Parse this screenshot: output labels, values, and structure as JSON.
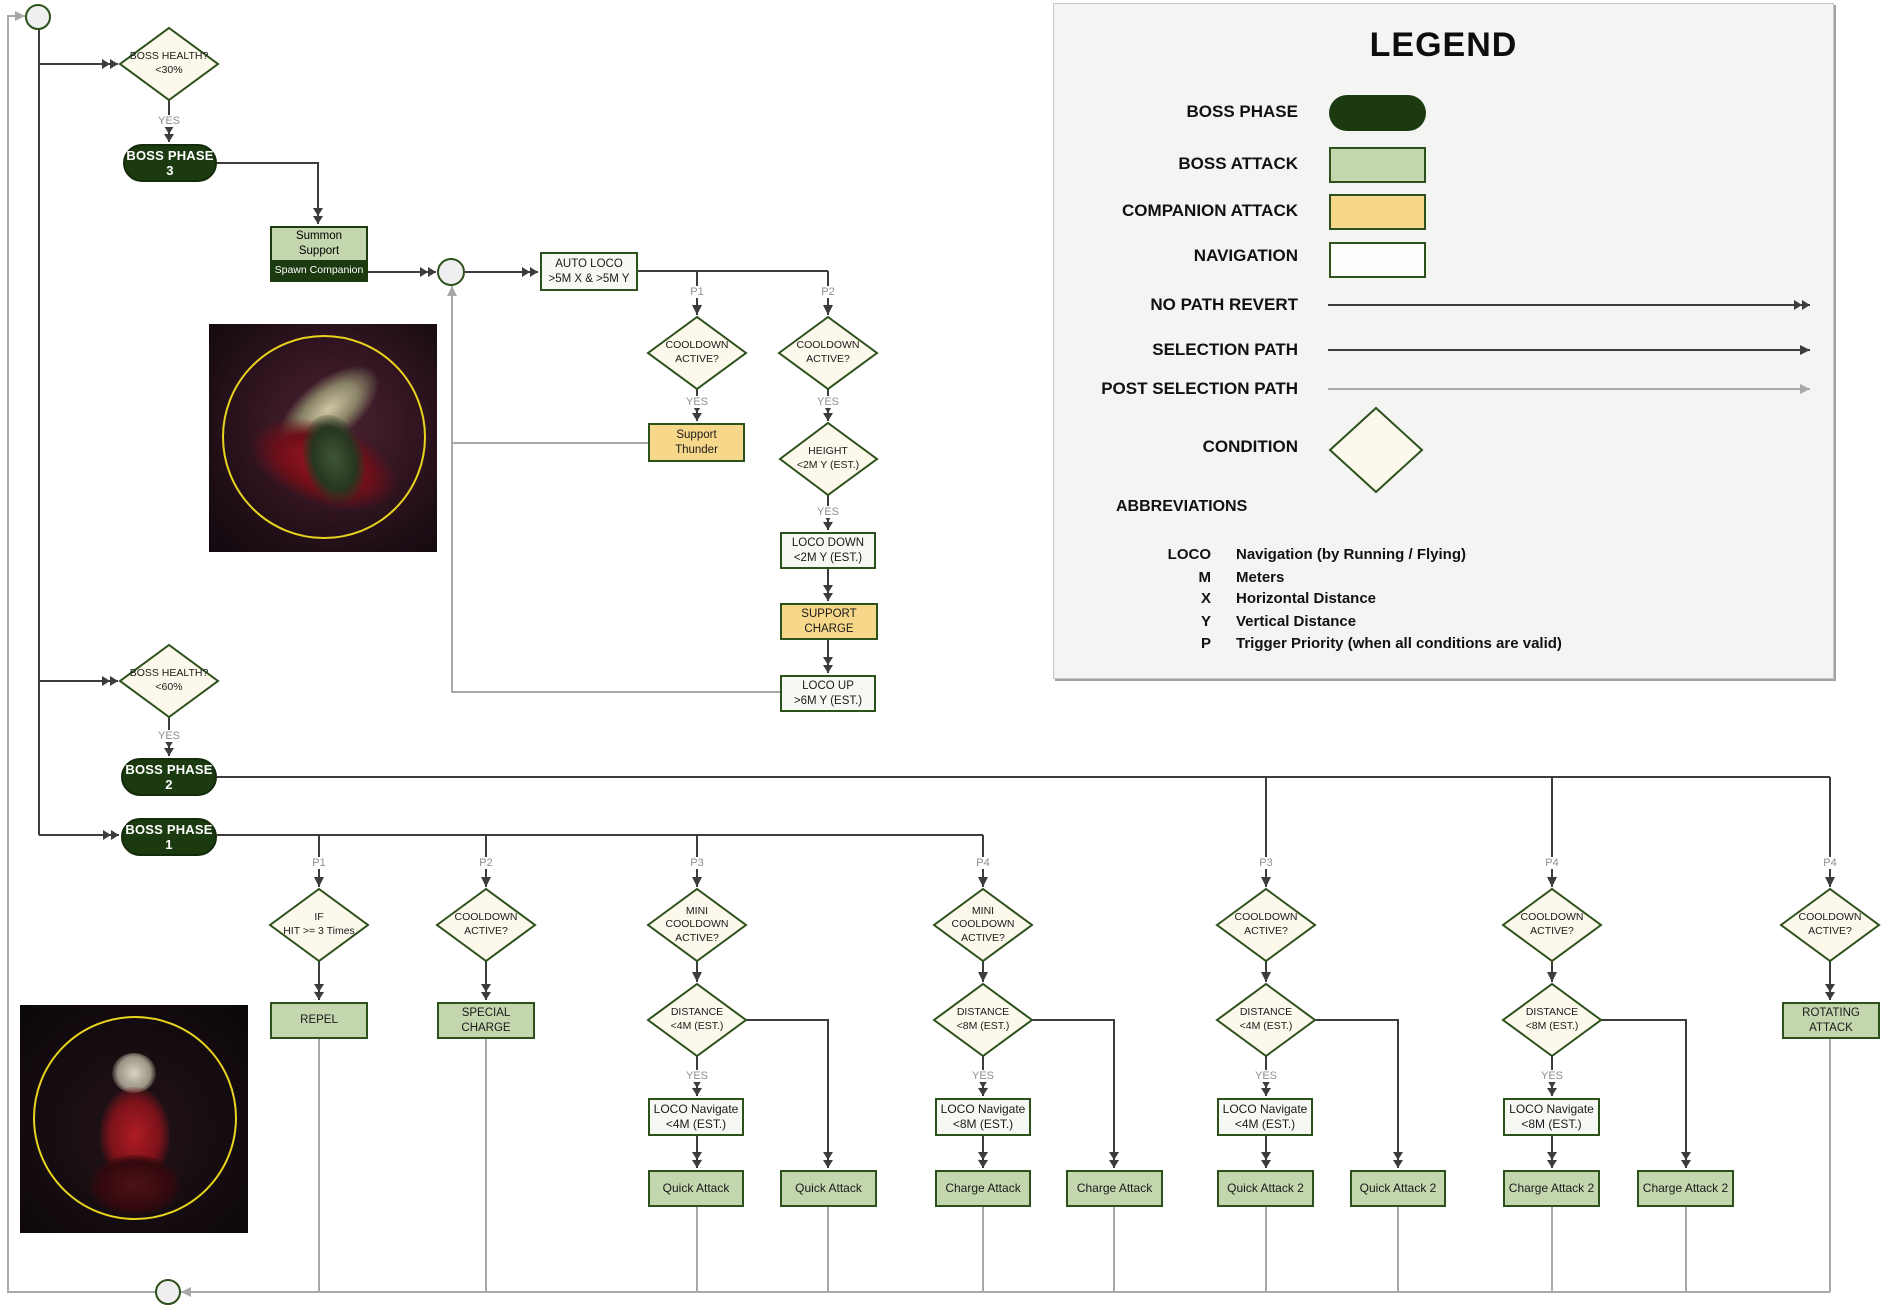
{
  "labels": {
    "yes": "YES"
  },
  "colors": {
    "boss_phase": "#1b3a10",
    "boss_attack": "#c3d6ae",
    "companion_attack": "#f7d78a",
    "navigation": "#f7f7f4",
    "condition_fill": "#fdf8ec",
    "border_green": "#2c511b",
    "selection_line": "#3c3c3c",
    "post_selection_line": "#a8a8a8"
  },
  "flow": {
    "health30": "BOSS HEALTH?\n<30%",
    "phase3": "BOSS PHASE 3",
    "summon": "Summon\nSupport",
    "spawn": "Spawn Companion",
    "auto_loco": "AUTO LOCO\n>5M X & >5M Y",
    "p1": "P1",
    "p2": "P2",
    "cooldown1": "COOLDOWN\nACTIVE?",
    "cooldown2": "COOLDOWN\nACTIVE?",
    "support_thunder": "Support\nThunder",
    "height": "HEIGHT\n<2M Y (EST.)",
    "loco_down": "LOCO DOWN\n<2M Y (EST.)",
    "support_charge": "SUPPORT\nCHARGE",
    "loco_up": "LOCO UP\n>6M Y (EST.)",
    "health60": "BOSS HEALTH?\n<60%",
    "phase2": "BOSS PHASE 2",
    "phase1": "BOSS PHASE 1",
    "columns": [
      {
        "p": "P1",
        "cond": "IF\nHIT >= 3 Times",
        "action": "REPEL"
      },
      {
        "p": "P2",
        "cond": "COOLDOWN\nACTIVE?",
        "action": "SPECIAL\nCHARGE"
      },
      {
        "p": "P3",
        "cond": "MINI\nCOOLDOWN\nACTIVE?",
        "dist": "DISTANCE\n<4M (EST.)",
        "nav": "LOCO Navigate\n<4M (EST.)",
        "attack": "Quick Attack",
        "attack_alt": "Quick Attack"
      },
      {
        "p": "P4",
        "cond": "MINI\nCOOLDOWN\nACTIVE?",
        "dist": "DISTANCE\n<8M (EST.)",
        "nav": "LOCO Navigate\n<8M (EST.)",
        "attack": "Charge Attack",
        "attack_alt": "Charge Attack"
      },
      {
        "p": "P3",
        "cond": "COOLDOWN\nACTIVE?",
        "dist": "DISTANCE\n<4M (EST.)",
        "nav": "LOCO Navigate\n<4M (EST.)",
        "attack": "Quick Attack 2",
        "attack_alt": "Quick Attack 2"
      },
      {
        "p": "P4",
        "cond": "COOLDOWN\nACTIVE?",
        "dist": "DISTANCE\n<8M (EST.)",
        "nav": "LOCO Navigate\n<8M (EST.)",
        "attack": "Charge Attack 2",
        "attack_alt": "Charge Attack 2"
      },
      {
        "p": "P4",
        "cond": "COOLDOWN\nACTIVE?",
        "action": "ROTATING\nATTACK"
      }
    ]
  },
  "legend": {
    "title": "LEGEND",
    "rows": [
      {
        "label": "BOSS PHASE"
      },
      {
        "label": "BOSS ATTACK"
      },
      {
        "label": "COMPANION ATTACK"
      },
      {
        "label": "NAVIGATION"
      },
      {
        "label": "NO PATH REVERT"
      },
      {
        "label": "SELECTION PATH"
      },
      {
        "label": "POST SELECTION PATH"
      },
      {
        "label": "CONDITION"
      }
    ],
    "abbreviations_title": "ABBREVIATIONS",
    "abbreviations": [
      {
        "abbr": "LOCO",
        "meaning": "Navigation (by Running / Flying)"
      },
      {
        "abbr": "M",
        "meaning": "Meters"
      },
      {
        "abbr": "X",
        "meaning": "Horizontal Distance"
      },
      {
        "abbr": "Y",
        "meaning": "Vertical Distance"
      },
      {
        "abbr": "P",
        "meaning": "Trigger Priority (when all conditions are valid)"
      }
    ]
  }
}
